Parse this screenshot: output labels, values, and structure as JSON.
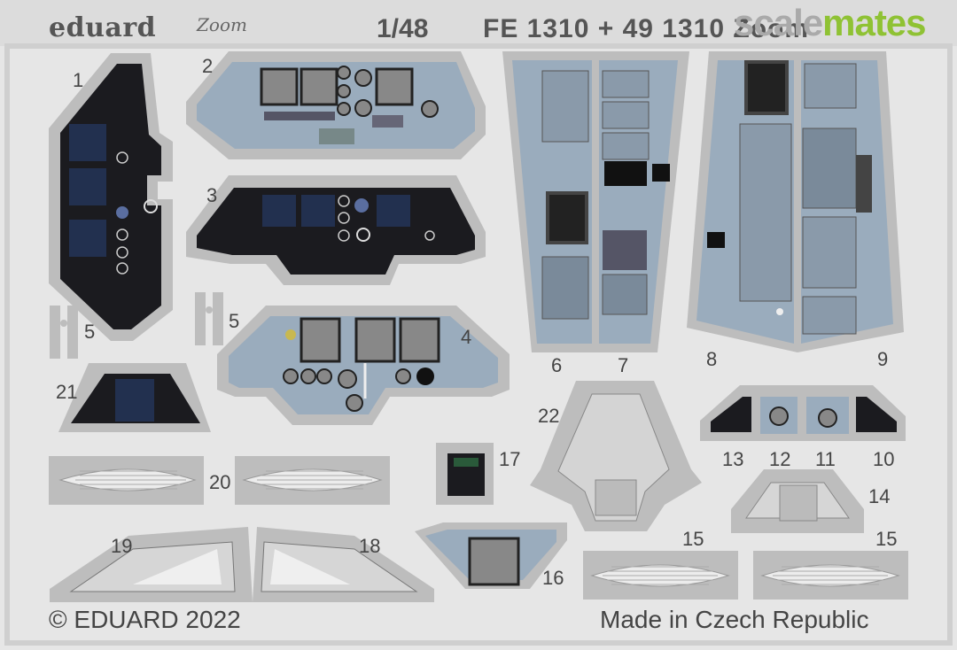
{
  "header": {
    "brand": "eduard",
    "zoom_logo": "Zoom",
    "scale": "1/48",
    "product_code": "FE 1310 + 49 1310 Zoom",
    "watermark_part1": "scale",
    "watermark_part2": "mates"
  },
  "colors": {
    "sheet": "#e6e6e6",
    "frame": "#bdbdbd",
    "panel_blue": "#9aacbd",
    "panel_black": "#1b1b1f",
    "screen_blue": "#22304f",
    "watermark_green": "#8fc234"
  },
  "part_numbers": [
    "1",
    "2",
    "3",
    "4",
    "5",
    "5",
    "6",
    "7",
    "8",
    "9",
    "10",
    "11",
    "12",
    "13",
    "14",
    "15",
    "15",
    "16",
    "17",
    "18",
    "19",
    "20",
    "21",
    "22"
  ],
  "footer": {
    "copyright": "© EDUARD 2022",
    "made_in": "Made in Czech Republic"
  }
}
